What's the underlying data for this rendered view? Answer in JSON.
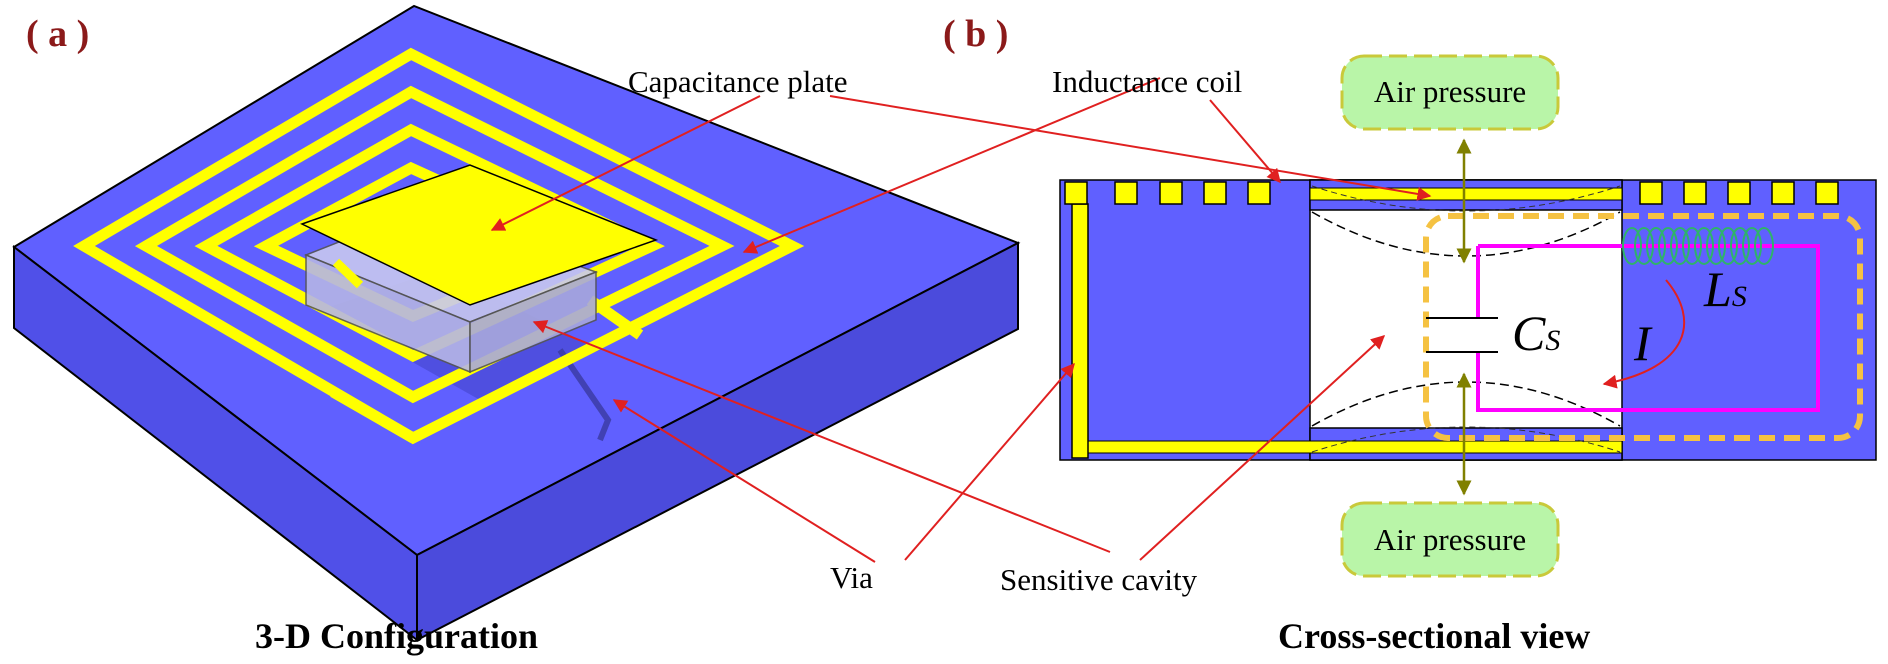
{
  "panels": {
    "a": {
      "tag": "( a )",
      "caption": "3-D Configuration"
    },
    "b": {
      "tag": "( b )",
      "caption": "Cross-sectional view"
    }
  },
  "labels": {
    "capacitance_plate": "Capacitance plate",
    "inductance_coil": "Inductance coil",
    "via": "Via",
    "sensitive_cavity": "Sensitive cavity",
    "air_pressure_top": "Air pressure",
    "air_pressure_bottom": "Air pressure"
  },
  "symbols": {
    "capacitance": "C",
    "capacitance_sub": "S",
    "inductance": "L",
    "inductance_sub": "S",
    "current": "I"
  },
  "colors": {
    "substrate": "#5b5bf5",
    "substrate_top": "#6464ff",
    "substrate_dark": "#3838c8",
    "metal": "#ffff00",
    "cavity": "#ffffff",
    "circuit_loop": "#ff00ff",
    "dashed_outline": "#f5c242",
    "pill_fill": "#b9f5a8",
    "pill_border": "#c9c93a",
    "arrow_marker": "#808000",
    "pointer": "#e02020",
    "panel_tag": "#8b1a1a",
    "coil_symbol": "#2fb36a"
  }
}
